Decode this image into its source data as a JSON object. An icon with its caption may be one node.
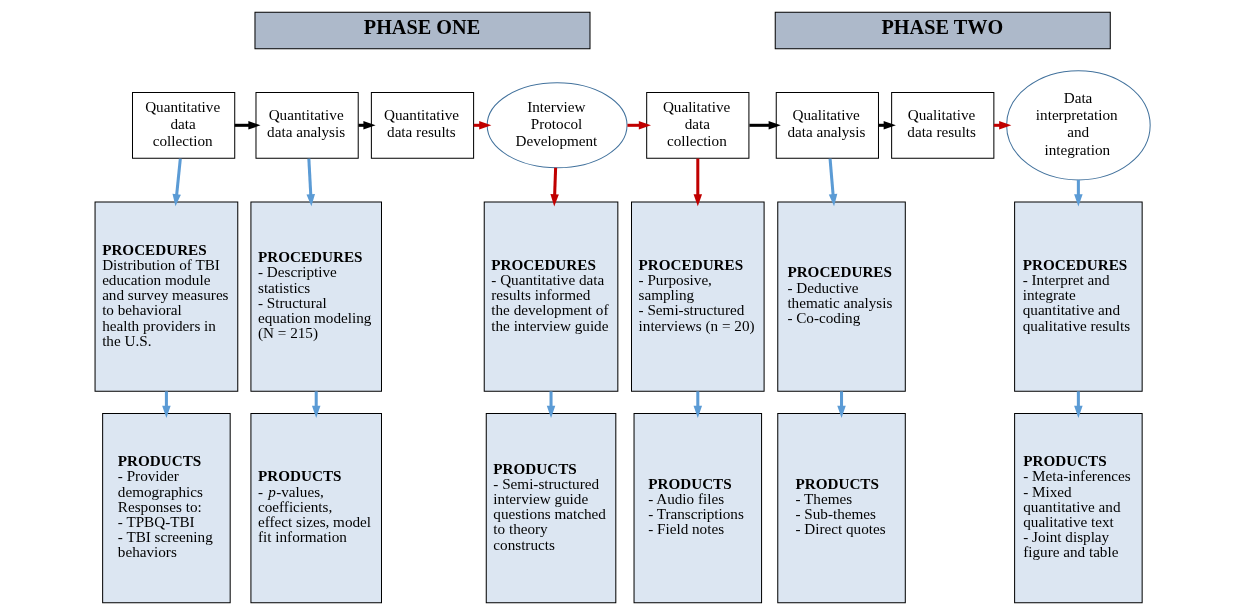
{
  "diagram": {
    "nodes": [
      {
        "text": [
          "PHASE ONE"
        ]
      },
      {
        "text": [
          "PHASE TWO"
        ]
      },
      {
        "text": [
          "Quantitative data collection"
        ]
      },
      {
        "text": [
          "Quantitative data analysis"
        ]
      },
      {
        "text": [
          "Quantitative data results"
        ]
      },
      {
        "text": [
          "Interview Protocol Development"
        ]
      },
      {
        "text": [
          "Qualitative data collection"
        ]
      },
      {
        "text": [
          "Qualitative data analysis"
        ]
      },
      {
        "text": [
          "Qualitative data results"
        ]
      },
      {
        "text": [
          "Data interpretation and integration"
        ]
      },
      {
        "text": [
          "PROCEDURES",
          "Distribution of TBI education module and survey measures to behavioral health providers in the U.S."
        ]
      },
      {
        "text": [
          "PROCEDURES",
          "- Descriptive statistics",
          "- Structural equation modeling (N = 215)"
        ]
      },
      {
        "text": [
          "PROCEDURES",
          "- Quantitative data results informed the development of the interview guide"
        ]
      },
      {
        "text": [
          "PROCEDURES",
          "- Purposive, sampling",
          "- Semi-structured interviews (n = 20)"
        ]
      },
      {
        "text": [
          "PROCEDURES",
          "- Deductive thematic analysis",
          "- Co-coding"
        ]
      },
      {
        "text": [
          "PROCEDURES",
          "- Interpret and integrate quantitative and qualitative results"
        ]
      },
      {
        "text": [
          "PRODUCTS",
          "- Provider demographics",
          "Responses to:",
          "- TPBQ-TBI",
          "- TBI screening behaviors"
        ]
      },
      {
        "text": [
          "PRODUCTS",
          "- *p*-values, coefficients, effect sizes, model fit information"
        ]
      },
      {
        "text": [
          "PRODUCTS",
          "- Semi-structured interview guide questions matched to theory constructs"
        ]
      },
      {
        "text": [
          "PRODUCTS",
          "- Audio files",
          "- Transcriptions",
          "- Field notes"
        ]
      },
      {
        "text": [
          "PRODUCTS",
          "- Themes",
          "- Sub-themes",
          "- Direct quotes"
        ]
      },
      {
        "text": [
          "PRODUCTS",
          "- Meta-inferences",
          "- Mixed quantitative and qualitative text",
          "- Joint display figure and table"
        ]
      }
    ],
    "edges": [
      {
        "from": 2,
        "to": 3,
        "arrow": "to",
        "color": "#000000"
      },
      {
        "from": 3,
        "to": 4,
        "arrow": "to",
        "color": "#000000"
      },
      {
        "from": 4,
        "to": 5,
        "arrow": "to",
        "color": "#c00000"
      },
      {
        "from": 5,
        "to": 6,
        "arrow": "to",
        "color": "#c00000"
      },
      {
        "from": 6,
        "to": 7,
        "arrow": "to",
        "color": "#000000"
      },
      {
        "from": 7,
        "to": 8,
        "arrow": "to",
        "color": "#000000"
      },
      {
        "from": 8,
        "to": 9,
        "arrow": "to",
        "color": "#c00000"
      },
      {
        "from": 2,
        "to": 10,
        "arrow": "to"
      },
      {
        "from": 3,
        "to": 11,
        "arrow": "to"
      },
      {
        "from": 5,
        "to": 12,
        "arrow": "to",
        "color": "#c00000"
      },
      {
        "from": 6,
        "to": 13,
        "arrow": "to",
        "color": "#c00000"
      },
      {
        "from": 7,
        "to": 14,
        "arrow": "to"
      },
      {
        "from": 9,
        "to": 15,
        "arrow": "to"
      },
      {
        "from": 10,
        "to": 16,
        "arrow": "to"
      },
      {
        "from": 11,
        "to": 17,
        "arrow": "to"
      },
      {
        "from": 12,
        "to": 18,
        "arrow": "to"
      },
      {
        "from": 13,
        "to": 19,
        "arrow": "to"
      },
      {
        "from": 14,
        "to": 20,
        "arrow": "to"
      },
      {
        "from": 15,
        "to": 21,
        "arrow": "to"
      }
    ]
  }
}
